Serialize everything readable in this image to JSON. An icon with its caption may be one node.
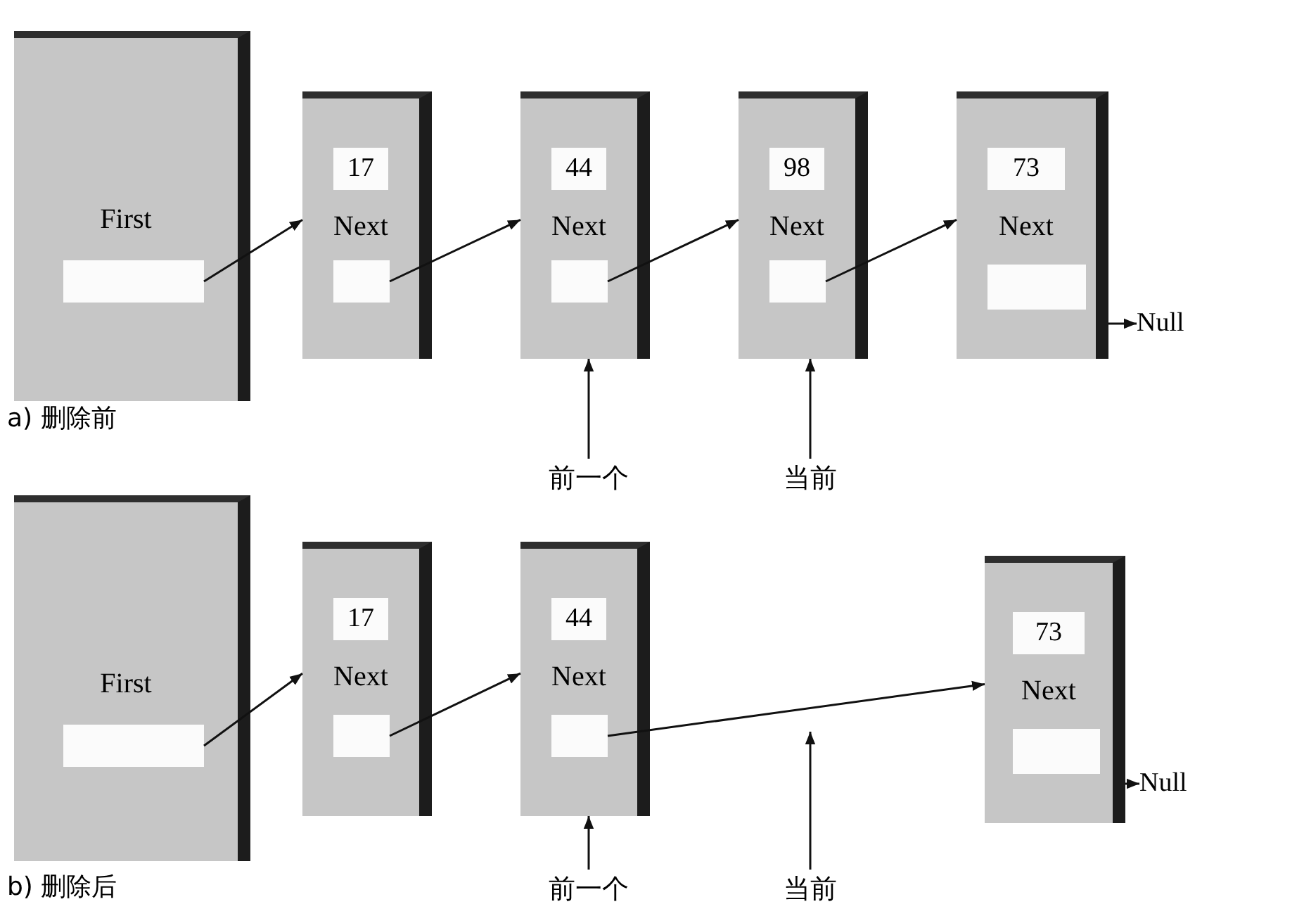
{
  "diagram": {
    "nodes": [
      {
        "text": [
          "First"
        ]
      },
      {
        "text": [],
        "shape": "box",
        "in": 0
      },
      {
        "text": [
          "Next"
        ]
      },
      {
        "text": [
          "17"
        ],
        "in": 2
      },
      {
        "text": [],
        "shape": "box",
        "in": 2
      },
      {
        "text": [
          "Next"
        ]
      },
      {
        "text": [
          "44"
        ],
        "in": 5
      },
      {
        "text": [],
        "shape": "box",
        "in": 5
      },
      {
        "text": [
          "Next"
        ]
      },
      {
        "text": [
          "98"
        ],
        "in": 8
      },
      {
        "text": [],
        "shape": "box",
        "in": 8
      },
      {
        "text": [
          "Next"
        ]
      },
      {
        "text": [
          "73"
        ],
        "in": 11
      },
      {
        "text": [],
        "shape": "box",
        "in": 11
      },
      {
        "text": [
          "Null"
        ]
      },
      {
        "text": [
          "前一个"
        ]
      },
      {
        "text": [
          "当前"
        ]
      },
      {
        "text": [
          "First"
        ]
      },
      {
        "text": [],
        "shape": "box",
        "in": 17
      },
      {
        "text": [
          "Next"
        ]
      },
      {
        "text": [
          "17"
        ],
        "in": 19
      },
      {
        "text": [],
        "shape": "box",
        "in": 19
      },
      {
        "text": [
          "Next"
        ]
      },
      {
        "text": [
          "44"
        ],
        "in": 22
      },
      {
        "text": [],
        "shape": "box",
        "in": 22
      },
      {
        "text": [
          "Next"
        ]
      },
      {
        "text": [
          "73"
        ],
        "in": 25
      },
      {
        "text": [],
        "shape": "box",
        "in": 25
      },
      {
        "text": [
          "Null"
        ]
      },
      {
        "text": [
          "前一个"
        ]
      },
      {
        "text": [
          "当前"
        ]
      }
    ],
    "edges": [
      {
        "from": 1,
        "to": 2,
        "arrow": "to"
      },
      {
        "from": 4,
        "to": 5,
        "arrow": "to"
      },
      {
        "from": 7,
        "to": 8,
        "arrow": "to"
      },
      {
        "from": 10,
        "to": 11,
        "arrow": "to"
      },
      {
        "from": 11,
        "to": 14,
        "arrow": "to"
      },
      {
        "from": 15,
        "to": 5,
        "arrow": "to"
      },
      {
        "from": 16,
        "to": 8,
        "arrow": "to"
      },
      {
        "from": 18,
        "to": 19,
        "arrow": "to"
      },
      {
        "from": 21,
        "to": 22,
        "arrow": "to"
      },
      {
        "from": 24,
        "to": 25,
        "arrow": "to"
      },
      {
        "from": 25,
        "to": 28,
        "arrow": "to"
      },
      {
        "from": 29,
        "to": 22,
        "arrow": "to"
      },
      {
        "from": 30,
        "to": null,
        "arrow": "to"
      }
    ],
    "labels": [
      "a) 删除前",
      "b) 删除后"
    ]
  }
}
